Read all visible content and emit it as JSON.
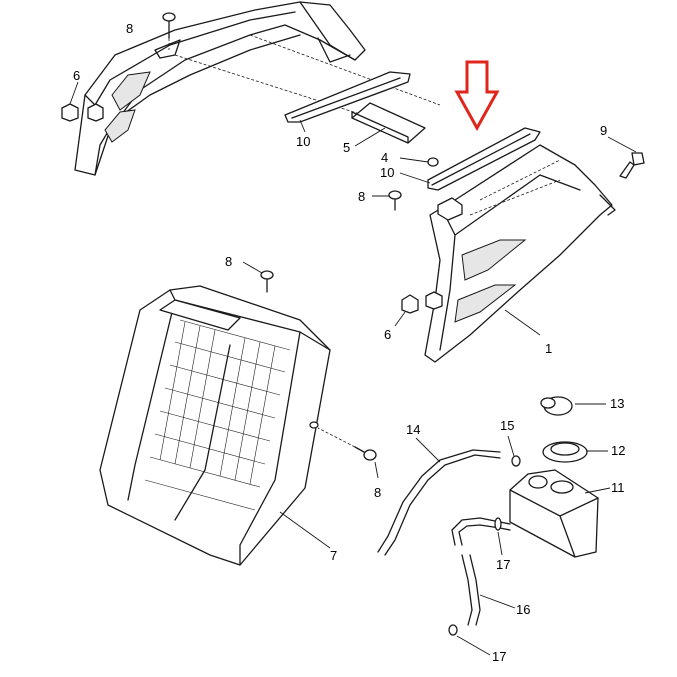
{
  "diagram": {
    "highlight_color": "#e0261b",
    "line_color": "#1a1a1a",
    "background": "#ffffff",
    "callouts": [
      {
        "id": "c-8-top",
        "label": "8"
      },
      {
        "id": "c-6-left",
        "label": "6"
      },
      {
        "id": "c-10-left",
        "label": "10"
      },
      {
        "id": "c-5",
        "label": "5"
      },
      {
        "id": "c-4",
        "label": "4"
      },
      {
        "id": "c-10-right",
        "label": "10"
      },
      {
        "id": "c-8-mid",
        "label": "8"
      },
      {
        "id": "c-9",
        "label": "9"
      },
      {
        "id": "c-6-right",
        "label": "6"
      },
      {
        "id": "c-1",
        "label": "1"
      },
      {
        "id": "c-8-radtop",
        "label": "8"
      },
      {
        "id": "c-8-radside",
        "label": "8"
      },
      {
        "id": "c-7",
        "label": "7"
      },
      {
        "id": "c-14",
        "label": "14"
      },
      {
        "id": "c-15",
        "label": "15"
      },
      {
        "id": "c-13",
        "label": "13"
      },
      {
        "id": "c-12",
        "label": "12"
      },
      {
        "id": "c-11",
        "label": "11"
      },
      {
        "id": "c-17-mid",
        "label": "17"
      },
      {
        "id": "c-16",
        "label": "16"
      },
      {
        "id": "c-17-bottom",
        "label": "17"
      }
    ]
  }
}
